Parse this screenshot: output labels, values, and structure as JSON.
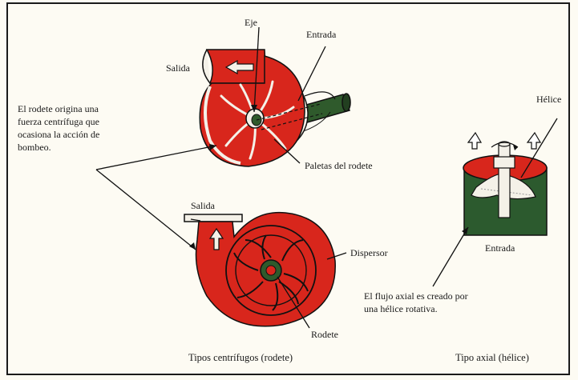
{
  "labels": {
    "eje": "Eje",
    "entrada_top": "Entrada",
    "salida_top": "Salida",
    "paletas": "Paletas del rodete",
    "salida_bottom": "Salida",
    "dispersor": "Dispersor",
    "rodete": "Rodete",
    "helice": "Hélice",
    "entrada_axial": "Entrada"
  },
  "notes": {
    "centrifugal": "El rodete origina una\nfuerza centrífuga que\nocasiona la acción de\nbombeo.",
    "axial": "El flujo axial es creado por\nuna hélice rotativa."
  },
  "captions": {
    "centrifugal": "Tipos centrífugos (rodete)",
    "axial": "Tipo axial (hélice)"
  },
  "colors": {
    "pump_red": "#d8261c",
    "shaft_green": "#2f5a2c",
    "background": "#fdfbf3"
  }
}
